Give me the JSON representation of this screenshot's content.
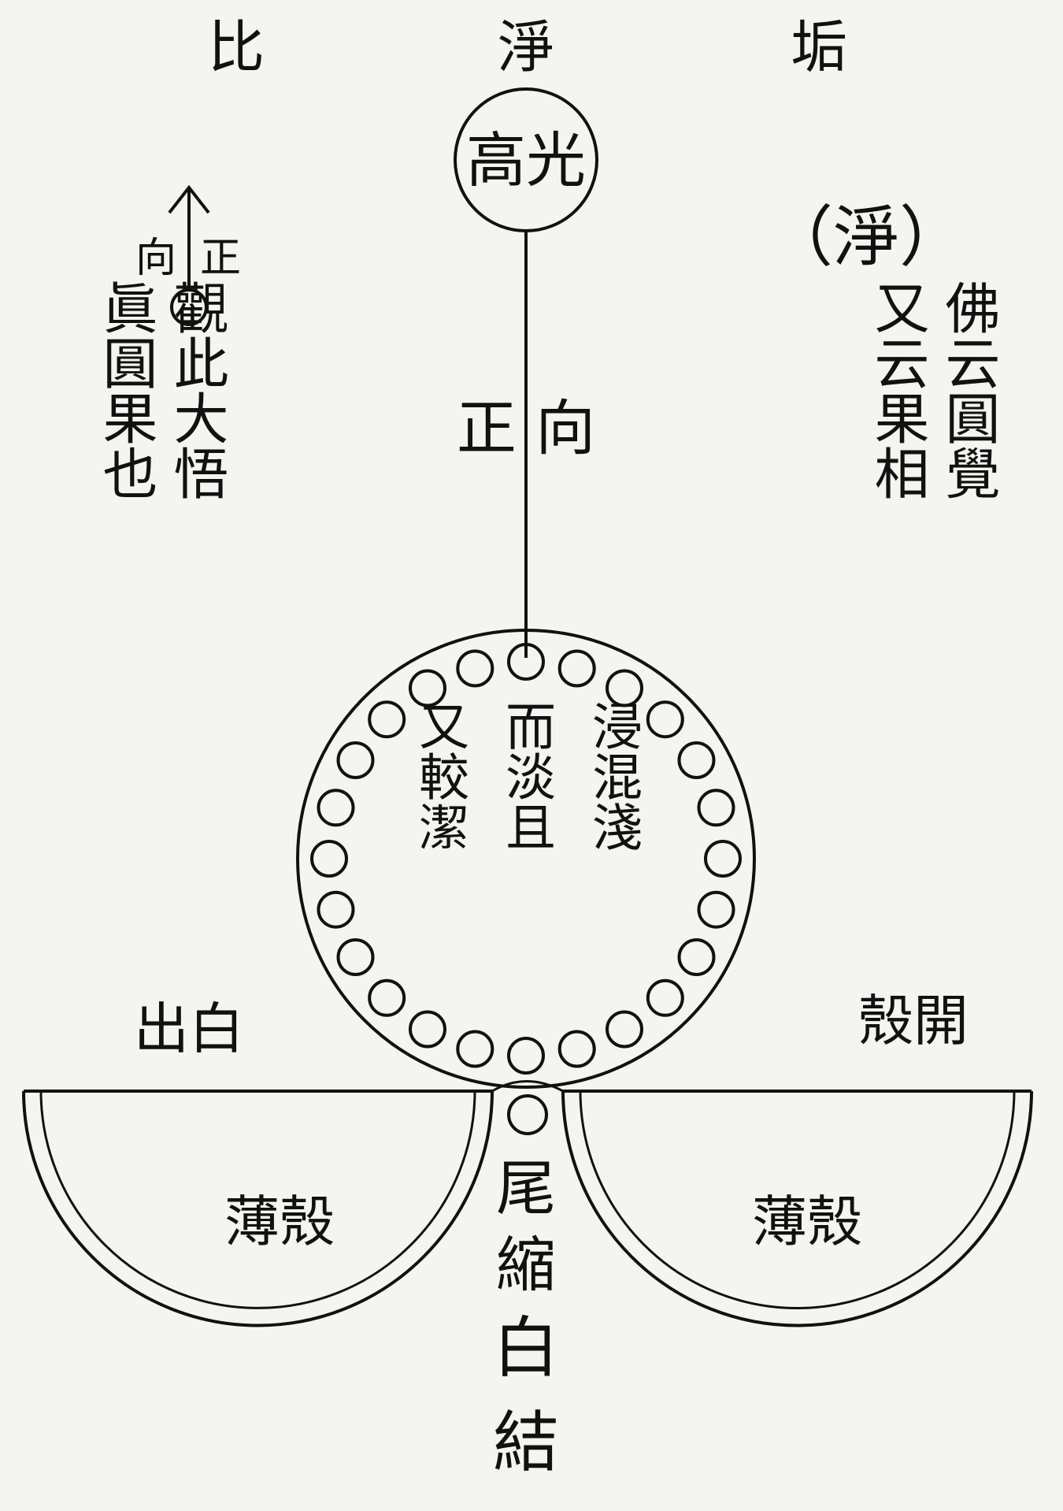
{
  "top": {
    "left_char": "比",
    "center_char": "淨",
    "right_char": "垢"
  },
  "gloss_right": "（淨）",
  "top_circle_text": "高光",
  "arrow_label": [
    "向",
    "正"
  ],
  "line_label": "正 向",
  "left_column_text": [
    "觀此大悟",
    "眞圓果也"
  ],
  "right_column_text": [
    "佛云圓覺",
    "又云果相"
  ],
  "big_circle_text": [
    "浸混淺",
    "而淡且",
    "又較潔"
  ],
  "left_label": "出白",
  "right_label": "殼開",
  "left_shell_label": "薄殼",
  "right_shell_label": "薄殼",
  "bottom_text": [
    "尾",
    "縮",
    "白",
    "結"
  ]
}
